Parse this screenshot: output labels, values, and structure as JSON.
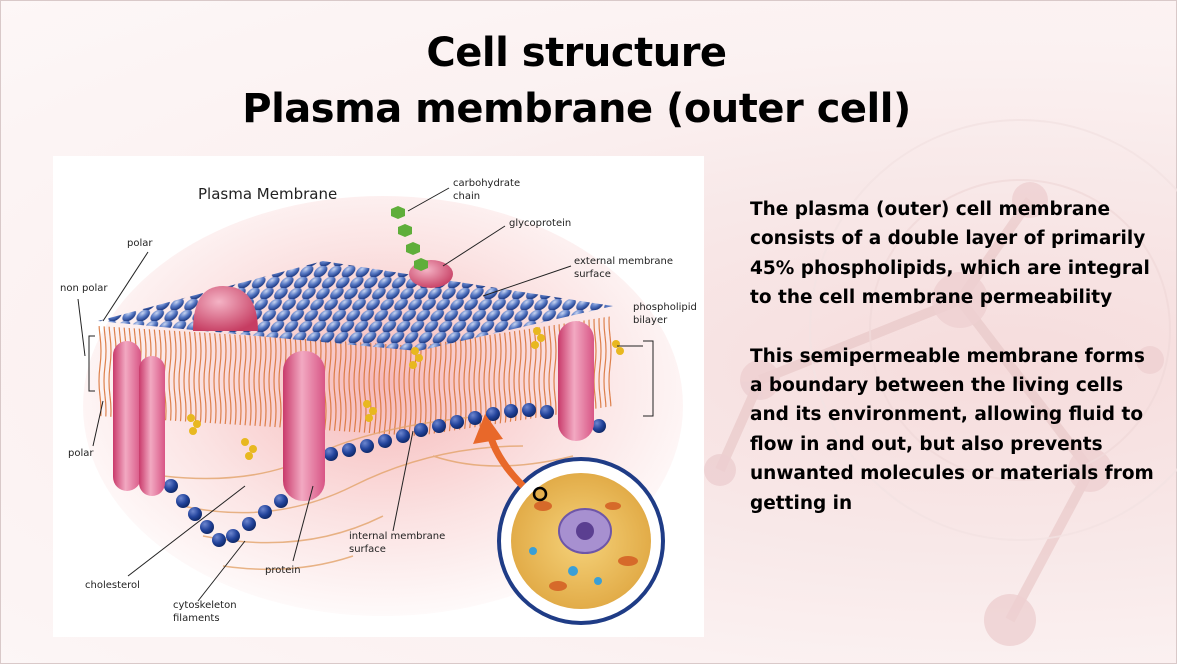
{
  "slide": {
    "title_line1": "Cell structure",
    "title_line2": "Plasma membrane (outer cell)",
    "paragraph1": "The plasma (outer) cell membrane consists of a double layer of primarily 45% phospholipids, which are integral to the cell membrane permeability",
    "paragraph2": "This semipermeable membrane forms a boundary between the living cells and its environment, allowing fluid to flow in and out, but also prevents unwanted molecules or materials from getting in"
  },
  "diagram": {
    "heading": "Plasma Membrane",
    "labels": {
      "carbohydrate_1": "carbohydrate",
      "carbohydrate_2": "chain",
      "glycoprotein": "glycoprotein",
      "external_1": "external membrane",
      "external_2": "surface",
      "phospholipid_1": "phospholipid",
      "phospholipid_2": "bilayer",
      "polar_top": "polar",
      "non_polar": "non polar",
      "polar_bottom": "polar",
      "cholesterol": "cholesterol",
      "cytoskeleton_1": "cytoskeleton",
      "cytoskeleton_2": "filaments",
      "protein": "protein",
      "internal_1": "internal membrane",
      "internal_2": "surface"
    }
  },
  "colors": {
    "head_blue": "#3b5fae",
    "protein_pink": "#e07aa0",
    "tail_orange": "#d9743a",
    "cholesterol_yellow": "#e8b820",
    "carb_green": "#5fae3a",
    "arrow_orange": "#e8682a"
  }
}
